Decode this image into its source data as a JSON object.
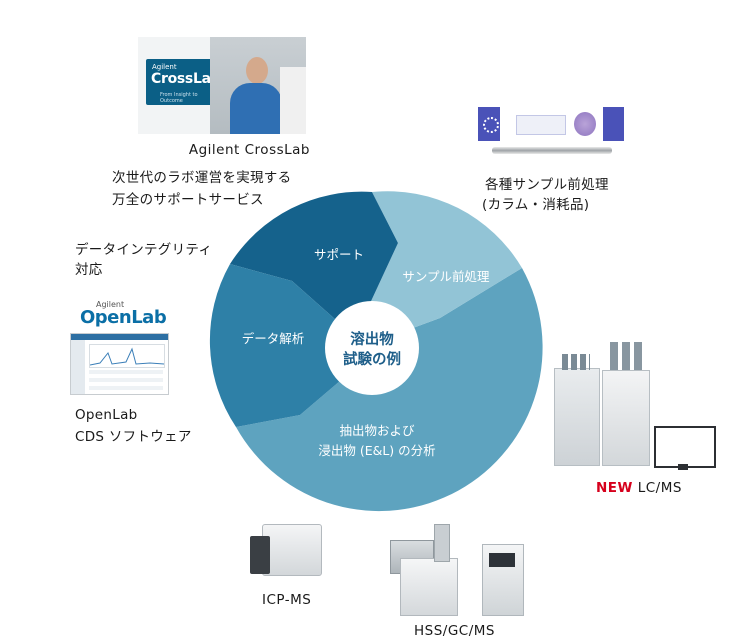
{
  "center": {
    "line1": "溶出物",
    "line2": "試験の例"
  },
  "segments": {
    "support": "サポート",
    "sample_prep": "サンプル前処理",
    "data_analysis": "データ解析",
    "extraction_line1": "抽出物および",
    "extraction_line2": "浸出物 (E&L) の分析"
  },
  "crosslab": {
    "logo_small": "Agilent",
    "logo_main": "CrossLab",
    "logo_tagline": "From Insight to Outcome",
    "caption": "Agilent CrossLab",
    "desc_line1": "次世代のラボ運営を実現する",
    "desc_line2": "万全のサポートサービス"
  },
  "integrity": {
    "line1": "データインテグリティ",
    "line2": "対応"
  },
  "openlab": {
    "logo_small": "Agilent",
    "logo_main": "OpenLab",
    "line1": "OpenLab",
    "line2": "CDS ソフトウェア"
  },
  "sample_prep_product": {
    "line1": "各種サンプル前処理",
    "line2": "(カラム・消耗品)"
  },
  "lcms": {
    "new": "NEW",
    "label": "LC/MS"
  },
  "icpms": {
    "label": "ICP-MS"
  },
  "gcms": {
    "label": "HSS/GC/MS"
  }
}
